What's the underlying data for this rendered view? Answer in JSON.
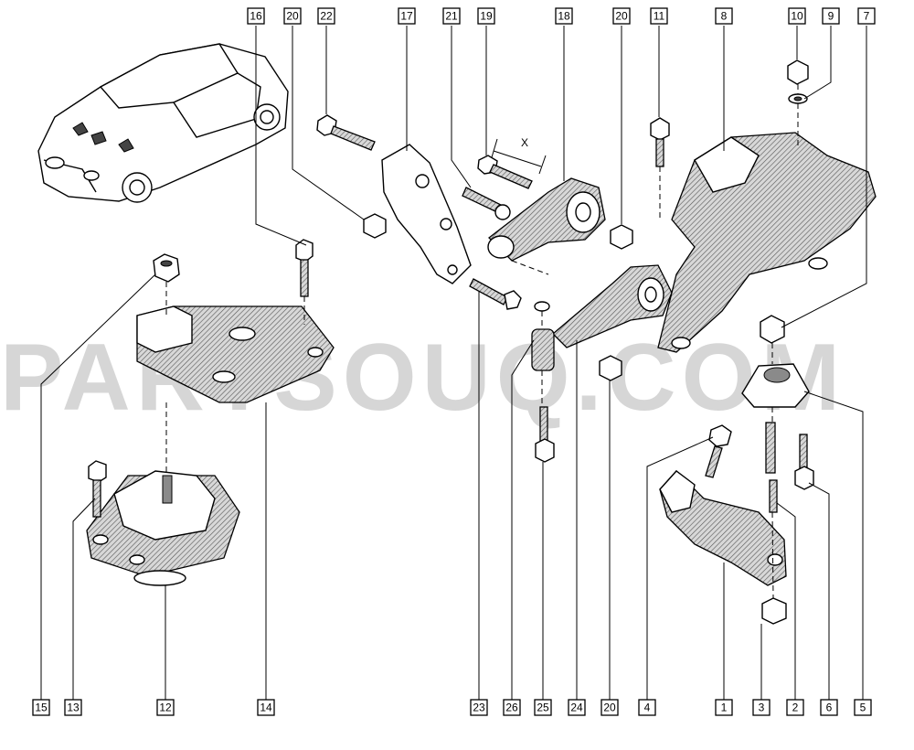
{
  "watermark": "PARTSOUQ.COM",
  "dimension_label": "X",
  "top_callouts": [
    "16",
    "20",
    "22",
    "17",
    "21",
    "19",
    "18",
    "20",
    "11",
    "8",
    "10",
    "9",
    "7"
  ],
  "bottom_callouts": [
    "15",
    "13",
    "12",
    "14",
    "23",
    "26",
    "25",
    "24",
    "20",
    "4",
    "1",
    "3",
    "2",
    "6",
    "5"
  ]
}
